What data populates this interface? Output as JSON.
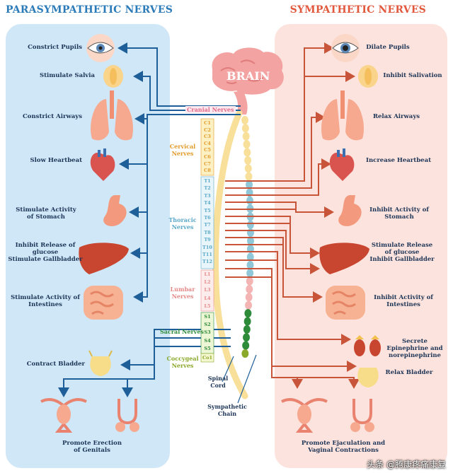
{
  "titles": {
    "left": "PARASYMPATHETIC NERVES",
    "right": "SYMPATHETIC NERVES"
  },
  "brain": "BRAIN",
  "left_labels": [
    "Constrict Pupils",
    "Stimulate Salvia",
    "Constrict Airways",
    "Slow Heartbeat",
    "Stimulate Activity\nof Stomach",
    "Inhibit Release of\nglucose\nStimulate Gallbladder",
    "Stimulate Activity of\nIntestines",
    "Contract Bladder",
    "Promote Erection\nof Genitals"
  ],
  "right_labels": [
    "Dilate Pupils",
    "Inhibit Salivation",
    "Relax Airways",
    "Increase Heartbeat",
    "Inhibit Activity of\nStomach",
    "Stimulate Release\nof glucose\nInhibit Gallbladder",
    "Inhibit Activity of\nIntestines",
    "Secrete\nEpinephrine and\nnorepinephrine",
    "Relax Bladder",
    "Promote Ejaculation and\nVaginal Contractions"
  ],
  "nerve_labels": {
    "cranial": "Cranial Nerves",
    "sacral": "Sacral Nerves"
  },
  "groups": {
    "cervical": "Cervical\nNerves",
    "thoracic": "Thoracic\nNerves",
    "lumbar": "Lumbar\nNerves",
    "coccygeal": "Coccygeal\nNerves"
  },
  "segments": {
    "cervical": [
      "C1",
      "C2",
      "C3",
      "C4",
      "C5",
      "C6",
      "C7",
      "C8"
    ],
    "thoracic": [
      "T1",
      "T2",
      "T3",
      "T4",
      "T5",
      "T6",
      "T7",
      "T8",
      "T9",
      "T10",
      "T11",
      "T12"
    ],
    "lumbar": [
      "L1",
      "L2",
      "L3",
      "L4",
      "L5"
    ],
    "sacral": [
      "S1",
      "S2",
      "S3",
      "S4",
      "S5"
    ],
    "coccygeal": [
      "Co1"
    ]
  },
  "spinal_cord": "Spinal\nCord",
  "sympathetic_chain": "Sympathetic\nChain",
  "watermark": "头条 @腾康疼痛康复",
  "colors": {
    "parasympathetic": "#1f5f99",
    "sympathetic": "#c8553a",
    "cervical": "#e39b2a",
    "thoracic": "#5aa9c9",
    "lumbar": "#e58a8a",
    "sacral": "#2e8b3a",
    "coccygeal": "#8aa82a"
  },
  "icons": [
    "eye-icon",
    "salivary-gland-icon",
    "lungs-icon",
    "heart-icon",
    "stomach-icon",
    "liver-icon",
    "intestines-icon",
    "adrenal-kidney-icon",
    "bladder-icon",
    "female-reproductive-icon",
    "male-reproductive-icon",
    "brain-icon"
  ]
}
